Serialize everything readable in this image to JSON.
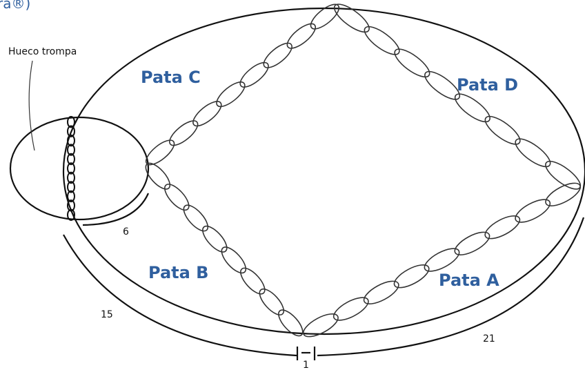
{
  "header_fragment": "ra®)",
  "labels": {
    "hueco": "Hueco trompa",
    "pata_a": "Pata A",
    "pata_b": "Pata B",
    "pata_c": "Pata C",
    "pata_d": "Pata D"
  },
  "measurements": {
    "m6": "6",
    "m15": "15",
    "m21": "21",
    "m1": "1"
  },
  "colors": {
    "label_blue": "#2f5f9e",
    "ink": "#111111"
  }
}
